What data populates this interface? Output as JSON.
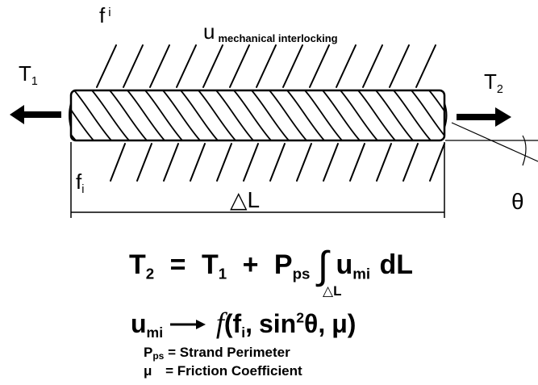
{
  "labels": {
    "f_top": "f",
    "f_top_sub": "i",
    "u_symbol": "u",
    "u_sub": "mechanical interlocking",
    "t1": "T",
    "t1_sub": "1",
    "t2": "T",
    "t2_sub": "2",
    "f_bottom": "f",
    "f_bottom_sub": "i",
    "theta": "θ",
    "delta_l": "△L"
  },
  "equation1": {
    "t2": "T",
    "t2_sub": "2",
    "eq": "=",
    "t1": "T",
    "t1_sub": "1",
    "plus": "+",
    "p": "P",
    "p_sub": "ps",
    "integral": "∫",
    "integral_lower": "△L",
    "u": "u",
    "u_sub": "mi",
    "dl": "dL"
  },
  "equation2": {
    "u": "u",
    "u_sub": "mi",
    "func": "f",
    "open": "(",
    "f": "f",
    "f_sub": "i",
    "comma1": ",",
    "sin": "sin",
    "sin_sup": "2",
    "theta": "θ",
    "comma2": ",",
    "mu": "μ",
    "close": ")"
  },
  "definitions": {
    "p": "P",
    "p_sub": "ps",
    "p_text": "= Strand Perimeter",
    "mu": "μ",
    "mu_text": "= Friction Coefficient"
  },
  "colors": {
    "ink": "#000000",
    "background": "#ffffff"
  }
}
